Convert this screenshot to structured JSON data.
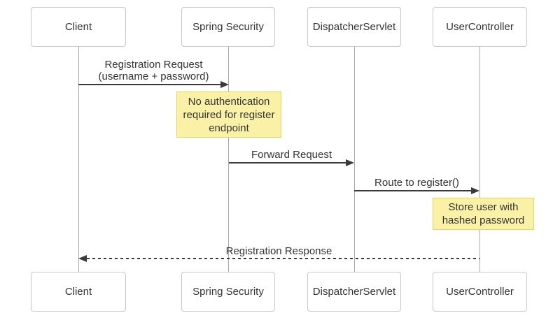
{
  "diagram": {
    "type": "sequence",
    "participants": [
      {
        "label": "Client"
      },
      {
        "label": "Spring Security"
      },
      {
        "label": "DispatcherServlet"
      },
      {
        "label": "UserController"
      }
    ],
    "messages": [
      {
        "label": "Registration Request",
        "label2": "(username + password)",
        "from": "Client",
        "to": "Spring Security",
        "line": "solid"
      },
      {
        "label": "Forward Request",
        "from": "Spring Security",
        "to": "DispatcherServlet",
        "line": "solid"
      },
      {
        "label": "Route to register()",
        "from": "DispatcherServlet",
        "to": "UserController",
        "line": "solid"
      },
      {
        "label": "Registration Response",
        "from": "UserController",
        "to": "Client",
        "line": "dashed"
      }
    ],
    "notes": [
      {
        "text": "No authentication\nrequired for register\nendpoint",
        "anchor": "Spring Security"
      },
      {
        "text": "Store user with\nhashed password",
        "anchor": "UserController"
      }
    ],
    "colors": {
      "background": "#ffffff",
      "box_fill": "#ffffff",
      "box_border": "#c9c9c9",
      "lifeline": "#a9a9a9",
      "arrow": "#3a3a3a",
      "text": "#333333",
      "note_fill": "#faf1a6",
      "note_border": "#e2d75e"
    }
  }
}
